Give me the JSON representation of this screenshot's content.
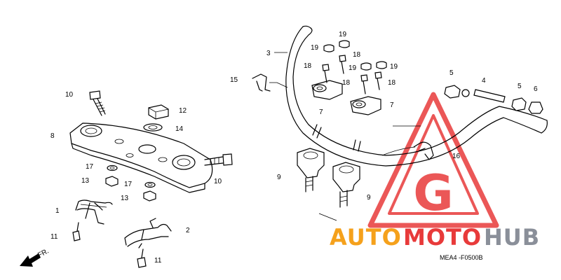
{
  "diagram_code": "MEA4 -F0500B",
  "direction_label": "FR.",
  "watermark": {
    "part1": "AUTO",
    "part2": "MOTO",
    "part3": "HUB",
    "color_orange": "#f5a11c",
    "color_red": "#e83a3a",
    "color_gray": "#8a8f99"
  },
  "callouts": {
    "c1": "1",
    "c2": "2",
    "c3": "3",
    "c4": "4",
    "c5a": "5",
    "c5b": "5",
    "c6": "6",
    "c7a": "7",
    "c7b": "7",
    "c8": "8",
    "c9a": "9",
    "c9b": "9",
    "c10a": "10",
    "c10b": "10",
    "c11a": "11",
    "c11b": "11",
    "c12": "12",
    "c13a": "13",
    "c13b": "13",
    "c14": "14",
    "c15": "15",
    "c16": "16",
    "c17a": "17",
    "c17b": "17",
    "c18a": "18",
    "c18b": "18",
    "c18c": "18",
    "c18d": "18",
    "c19a": "19",
    "c19b": "19",
    "c19c": "19",
    "c19d": "19"
  }
}
